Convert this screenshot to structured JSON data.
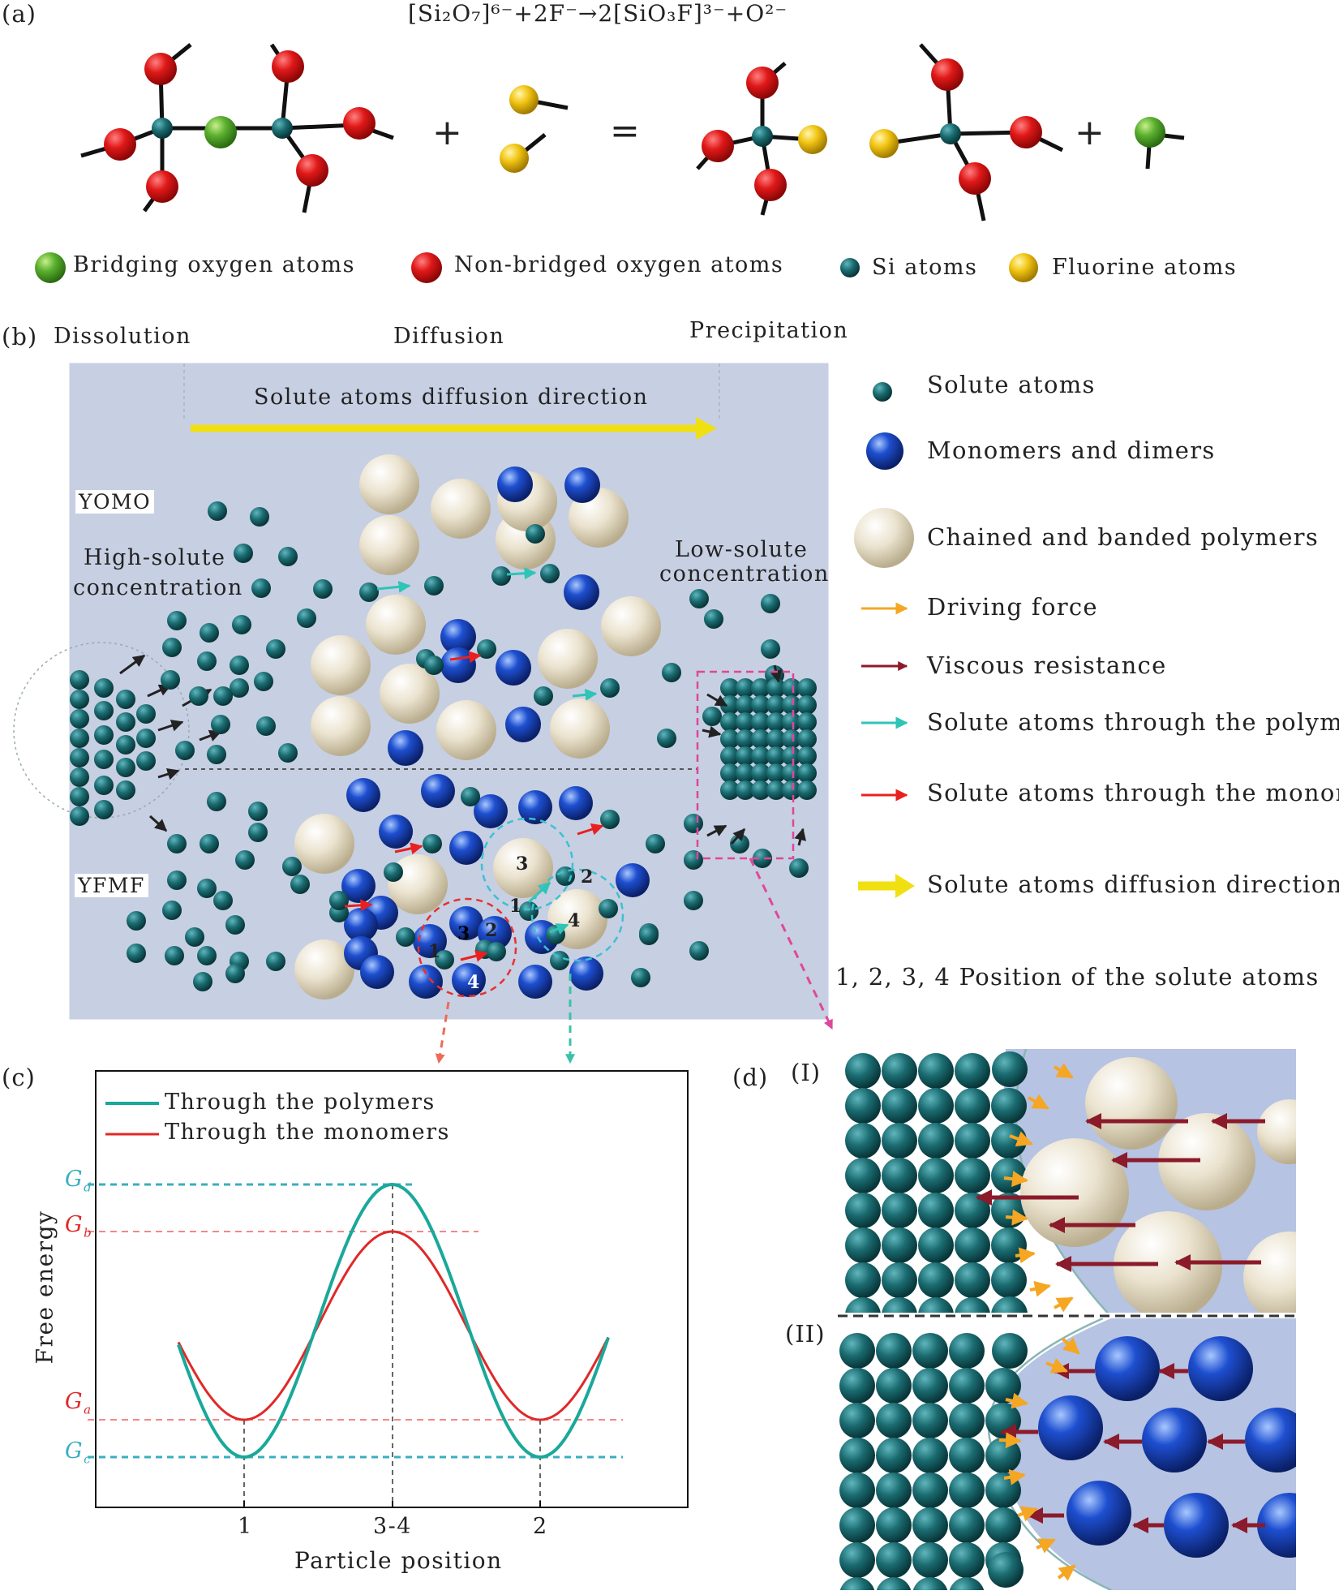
{
  "panel_a": {
    "label": "(a)",
    "equation": "[Si₂O₇]⁶⁻+2F⁻→2[SiO₃F]³⁻+O²⁻",
    "plus": "+",
    "equals": "=",
    "legend": [
      {
        "text": "Bridging oxygen atoms",
        "color": "#5bb030"
      },
      {
        "text": "Non-bridged oxygen atoms",
        "color": "#e01818"
      },
      {
        "text": "Si atoms",
        "color": "#1a6b70"
      },
      {
        "text": "Fluorine atoms",
        "color": "#f2c514"
      }
    ]
  },
  "panel_b": {
    "label": "(b)",
    "stage_dissolution": "Dissolution",
    "stage_diffusion": "Diffusion",
    "stage_precipitation": "Precipitation",
    "arrow_text": "Solute atoms diffusion direction",
    "yomo": "YOMO",
    "yfmf": "YFMF",
    "high_solute_1": "High-solute",
    "high_solute_2": "concentration",
    "low_solute_1": "Low-solute",
    "low_solute_2": "concentration",
    "pos_labels": [
      "1",
      "2",
      "3",
      "4"
    ],
    "legend": [
      {
        "text": "Solute atoms",
        "icon": "solute-atom-icon"
      },
      {
        "text": "Monomers and dimers",
        "icon": "monomer-icon"
      },
      {
        "text": "Chained and banded polymers",
        "icon": "polymer-icon"
      },
      {
        "text": "Driving force",
        "icon": "orange-arrow-icon",
        "color": "#f5a623"
      },
      {
        "text": "Viscous resistance",
        "icon": "darkred-arrow-icon",
        "color": "#8b1a2a"
      },
      {
        "text": "Solute atoms through the polymer",
        "icon": "cyan-arrow-icon",
        "color": "#2ec4b6"
      },
      {
        "text": "Solute atoms through the monomer",
        "icon": "red-arrow-icon",
        "color": "#e82020"
      },
      {
        "text": "Solute atoms diffusion direction",
        "icon": "yellow-arrow-icon",
        "color": "#f5e61a"
      }
    ],
    "positions_note": "1, 2, 3, 4  Position of the solute atoms"
  },
  "panel_c": {
    "label": "(c)",
    "legend_polymers": "Through the polymers",
    "legend_monomers": "Through the monomers",
    "ylabel": "Free energy",
    "xlabel": "Particle position",
    "ticks": [
      "1",
      "3-4",
      "2"
    ],
    "g_levels": {
      "Gd": "G",
      "Gd_sub": "d",
      "Gb": "G",
      "Gb_sub": "b",
      "Ga": "G",
      "Ga_sub": "a",
      "Gc": "G",
      "Gc_sub": "c"
    }
  },
  "panel_d": {
    "label": "(d)",
    "sub1": "(I)",
    "sub2": "(II)"
  },
  "chart_data": {
    "type": "line",
    "xlabel": "Particle position",
    "ylabel": "Free energy",
    "categories": [
      "1",
      "3-4",
      "2"
    ],
    "series": [
      {
        "name": "Through the polymers",
        "color": "#1aa89a",
        "min_level": "Gc",
        "max_level": "Gd"
      },
      {
        "name": "Through the monomers",
        "color": "#e02828",
        "min_level": "Ga",
        "max_level": "Gb"
      }
    ],
    "levels_order_high_to_low": [
      "Gd",
      "Gb",
      "Ga",
      "Gc"
    ]
  }
}
